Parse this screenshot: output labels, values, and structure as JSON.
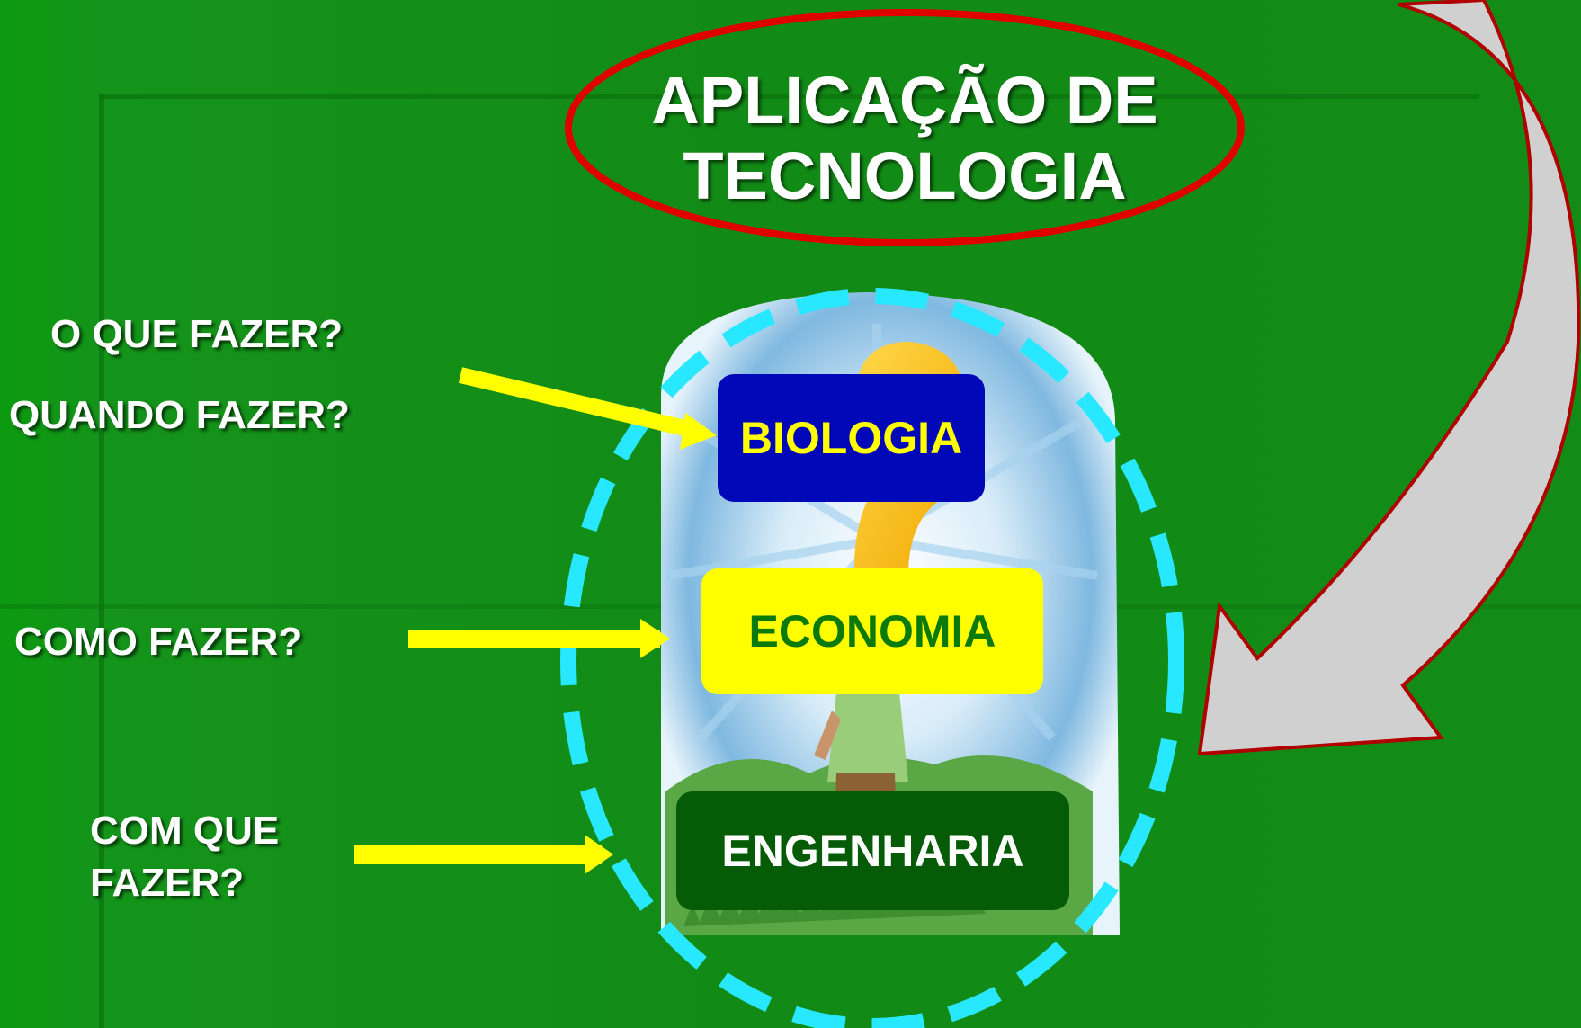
{
  "title": {
    "line1": "APLICAÇÃO DE",
    "line2": "TECNOLOGIA"
  },
  "questions": {
    "what": "O QUE FAZER?",
    "when": "QUANDO FAZER?",
    "how": "COMO FAZER?",
    "with_what_line1": "COM QUE",
    "with_what_line2": "FAZER?"
  },
  "boxes": {
    "biology": "BIOLOGIA",
    "economy": "ECONOMIA",
    "engineering": "ENGENHARIA"
  },
  "colors": {
    "background": "#138c17",
    "title_ellipse": "#e00000",
    "dashed_ellipse": "#28e8ff",
    "arrows": "#ffff00",
    "biology_box": "#0008b8",
    "biology_text": "#ffff00",
    "economy_box": "#ffff00",
    "economy_text": "#0a7a0a",
    "engineering_box": "#065c06",
    "engineering_text": "#ffffff",
    "loop_arrow_fill": "#d0d0d0",
    "loop_arrow_stroke": "#b00000"
  }
}
